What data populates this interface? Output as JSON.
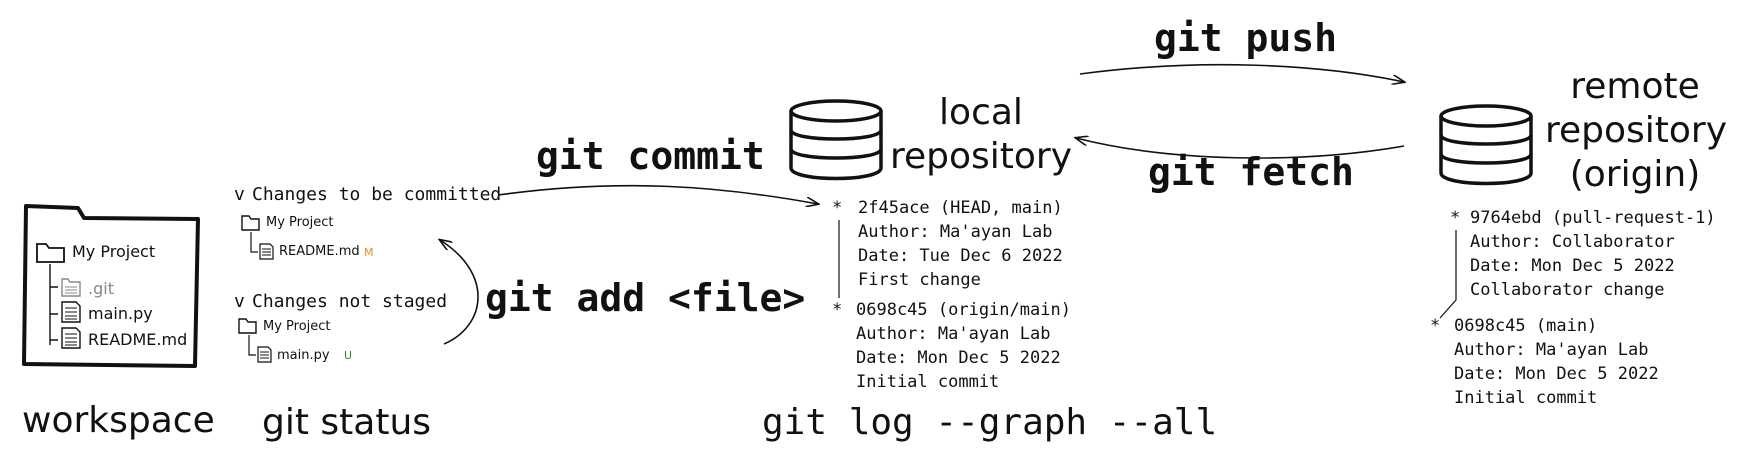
{
  "colors": {
    "ink": "#111111",
    "modified_badge": "#f08a24",
    "untracked_badge": "#2c8a2c",
    "git_folder_gray": "#888888"
  },
  "commands": {
    "push": "git push",
    "fetch": "git fetch",
    "commit": "git commit",
    "add": "git add <file>"
  },
  "captions": {
    "workspace": "workspace",
    "status": "git status",
    "log": "git log --graph --all"
  },
  "workspace": {
    "project_name": "My Project",
    "items": [
      {
        "name": ".git",
        "icon": "git-folder-icon"
      },
      {
        "name": "main.py",
        "icon": "file-icon"
      },
      {
        "name": "README.md",
        "icon": "file-icon"
      }
    ]
  },
  "status": {
    "staged_header": "Changes to be committed",
    "staged_project": "My Project",
    "staged_file": "README.md",
    "staged_badge": "M",
    "unstaged_header": "Changes not staged",
    "unstaged_project": "My Project",
    "unstaged_file": "main.py",
    "unstaged_badge": "U",
    "chevron": "v"
  },
  "local": {
    "title_line1": "local",
    "title_line2": "repository",
    "commits": [
      {
        "marker": "*",
        "id": "2f45ace (HEAD, main)",
        "author": "Author: Ma'ayan Lab",
        "date": "Date: Tue Dec 6 2022",
        "message": "First change"
      },
      {
        "marker": "*",
        "id": "0698c45 (origin/main)",
        "author": "Author: Ma'ayan Lab",
        "date": "Date: Mon Dec 5 2022",
        "message": "Initial commit"
      }
    ]
  },
  "remote": {
    "title_line1": "remote",
    "title_line2": "repository",
    "title_line3": "(origin)",
    "commits": [
      {
        "marker": "*",
        "id": "9764ebd (pull-request-1)",
        "author": "Author: Collaborator",
        "date": "Date: Mon Dec 5 2022",
        "message": "Collaborator change"
      },
      {
        "marker": "*",
        "id": "0698c45 (main)",
        "author": "Author: Ma'ayan Lab",
        "date": "Date: Mon Dec 5 2022",
        "message": "Initial commit"
      }
    ]
  }
}
